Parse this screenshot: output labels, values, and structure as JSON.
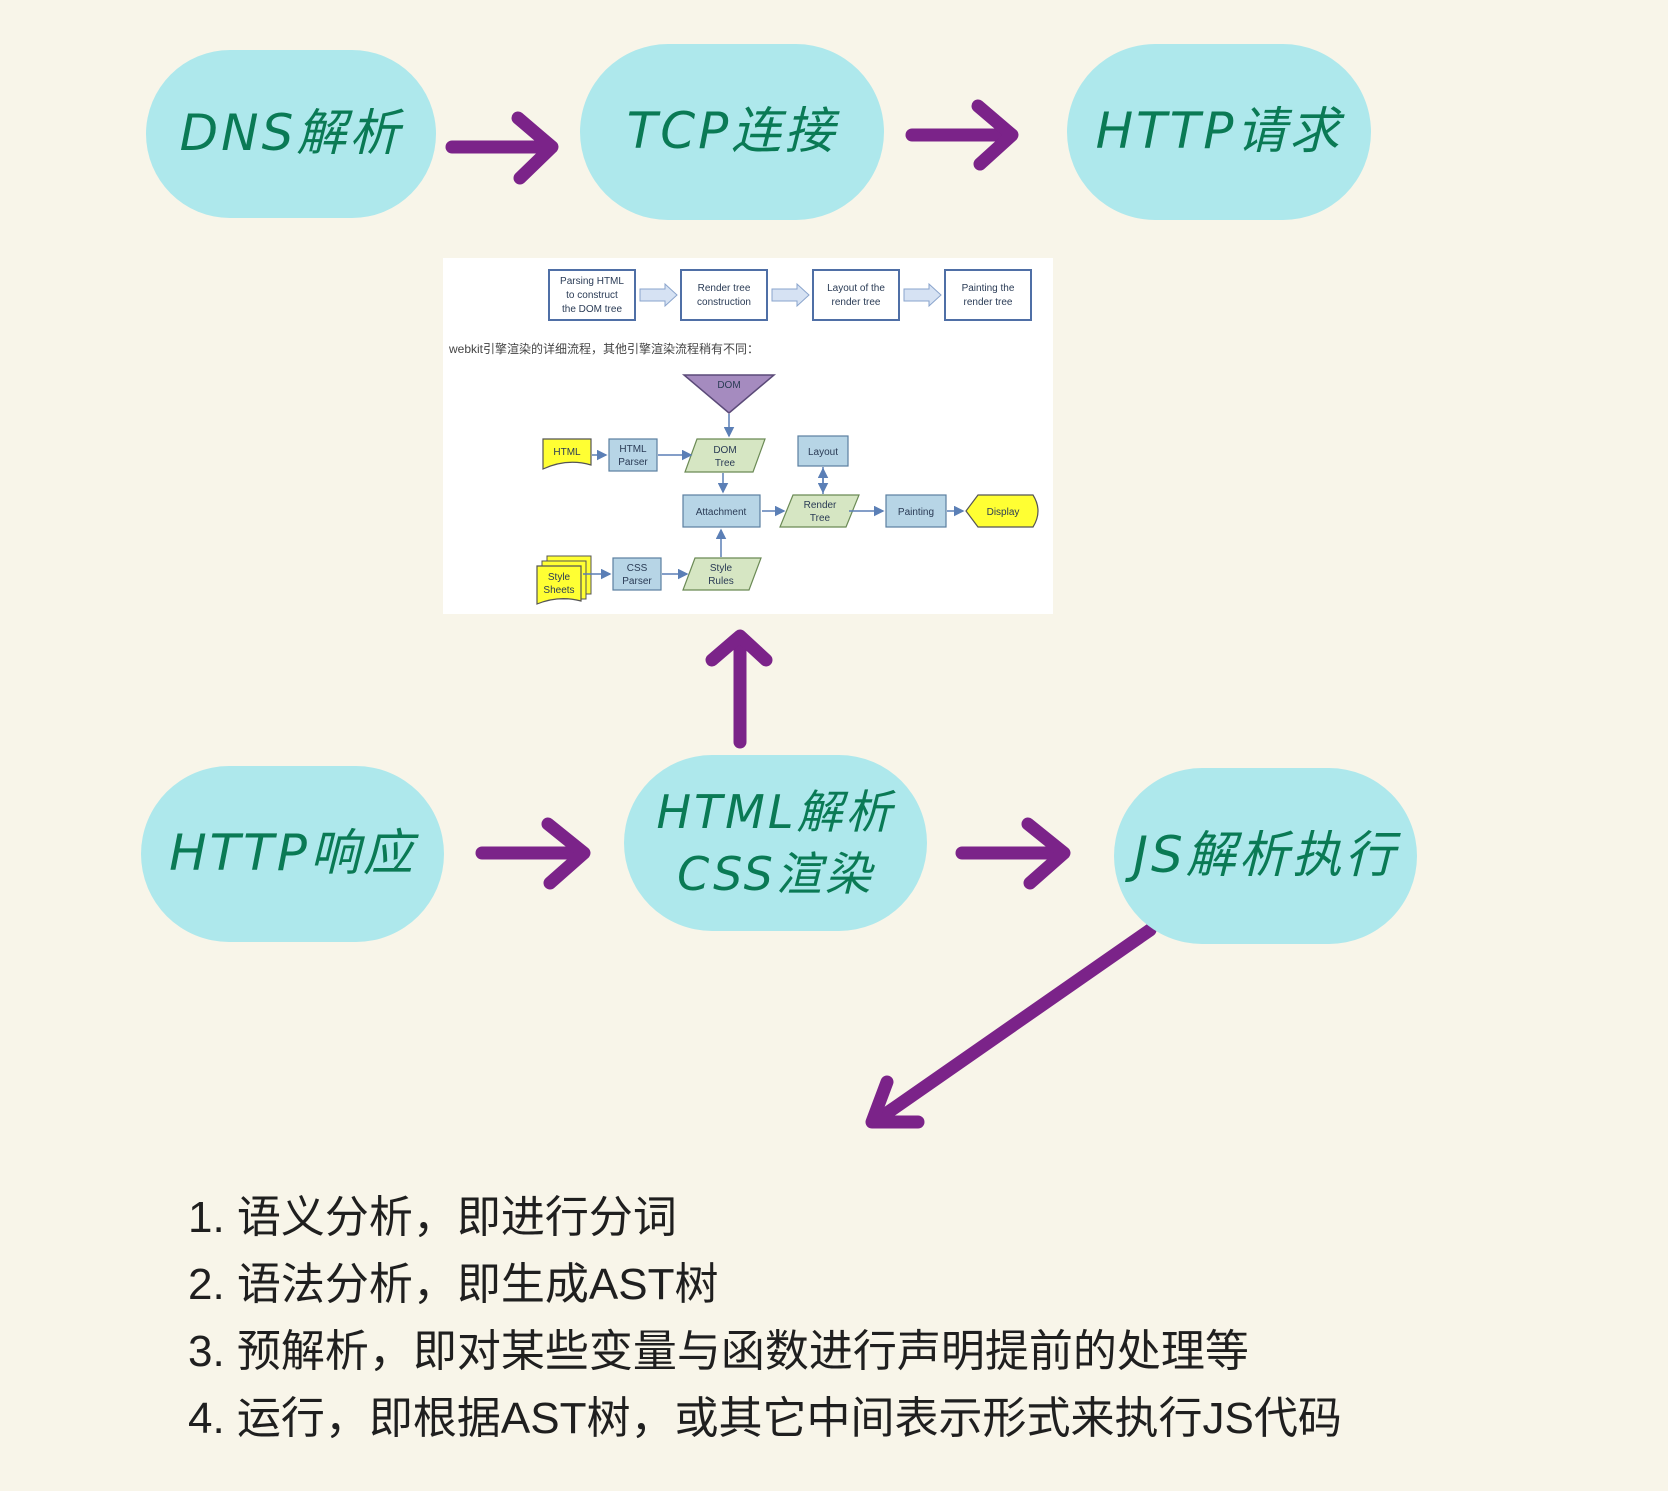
{
  "flow": {
    "dns": "DNS解析",
    "tcp": "TCP连接",
    "http_request": "HTTP请求",
    "http_response": "HTTP响应",
    "html_parse": "HTML解析",
    "css_render": "CSS渲染",
    "js_exec": "JS解析执行"
  },
  "webkit": {
    "top_boxes": [
      "Parsing HTML",
      "to construct",
      "the DOM tree",
      "Render tree",
      "construction",
      "Layout of the",
      "render tree",
      "Painting the",
      "render tree"
    ],
    "caption": "webkit引擎渲染的详细流程，其他引擎渲染流程稍有不同：",
    "nodes": {
      "dom": "DOM",
      "html": "HTML",
      "html_parser_1": "HTML",
      "html_parser_2": "Parser",
      "dom_tree_1": "DOM",
      "dom_tree_2": "Tree",
      "layout": "Layout",
      "attachment": "Attachment",
      "render_tree_1": "Render",
      "render_tree_2": "Tree",
      "painting": "Painting",
      "display": "Display",
      "style_sheets_1": "Style",
      "style_sheets_2": "Sheets",
      "css_parser_1": "CSS",
      "css_parser_2": "Parser",
      "style_rules_1": "Style",
      "style_rules_2": "Rules"
    }
  },
  "steps": [
    "1. 语义分析，即进行分词",
    "2. 语法分析，即生成AST树",
    "3. 预解析，即对某些变量与函数进行声明提前的处理等",
    "4. 运行，即根据AST树，或其它中间表示形式来执行JS代码"
  ],
  "colors": {
    "background": "#f8f5e9",
    "pill": "#aee8ec",
    "pill_text": "#0a7a55",
    "arrow": "#7b2389"
  }
}
